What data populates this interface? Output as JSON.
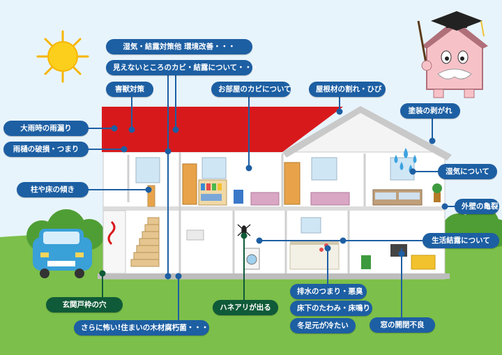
{
  "colors": {
    "label_blue": "#1d5fa3",
    "label_green": "#0f5a38",
    "roof": "#d8191c",
    "sky": "#e3f2fc",
    "grass": "#7cbf4a",
    "car": "#3aa0d8"
  },
  "illustration": {
    "sun": "sun-icon",
    "mascot": "house-professor-mascot-icon",
    "car": "car-icon",
    "ant": "termite-icon",
    "drops": "water-drop-icon"
  },
  "labels": {
    "humidity_measures": "湿気・結露対策他 環境改善・・・",
    "hidden_mold": "見えないところのカビ・結露について・・・",
    "pest": "害獣対策",
    "room_mold": "お部屋のカビについて",
    "roof_crack": "屋根材の割れ・ひび",
    "paint_peel": "塗装の剥がれ",
    "rain_leak": "大雨時の雨漏り",
    "gutter": "雨樋の破損・つまり",
    "tilt": "柱や床の傾き",
    "humidity": "湿気について",
    "wall_crack": "外壁の亀裂",
    "condensation": "生活結露について",
    "entrance_hole": "玄関戸枠の穴",
    "termites": "ハネアリが出る",
    "drain": "排水のつまり・悪臭",
    "floor_sag": "床下のたわみ・床鳴り",
    "cold_feet": "冬足元が冷たい",
    "window": "窓の開閉不良",
    "wood_rot": "さらに怖い!住まいの木材腐朽菌・・・"
  }
}
